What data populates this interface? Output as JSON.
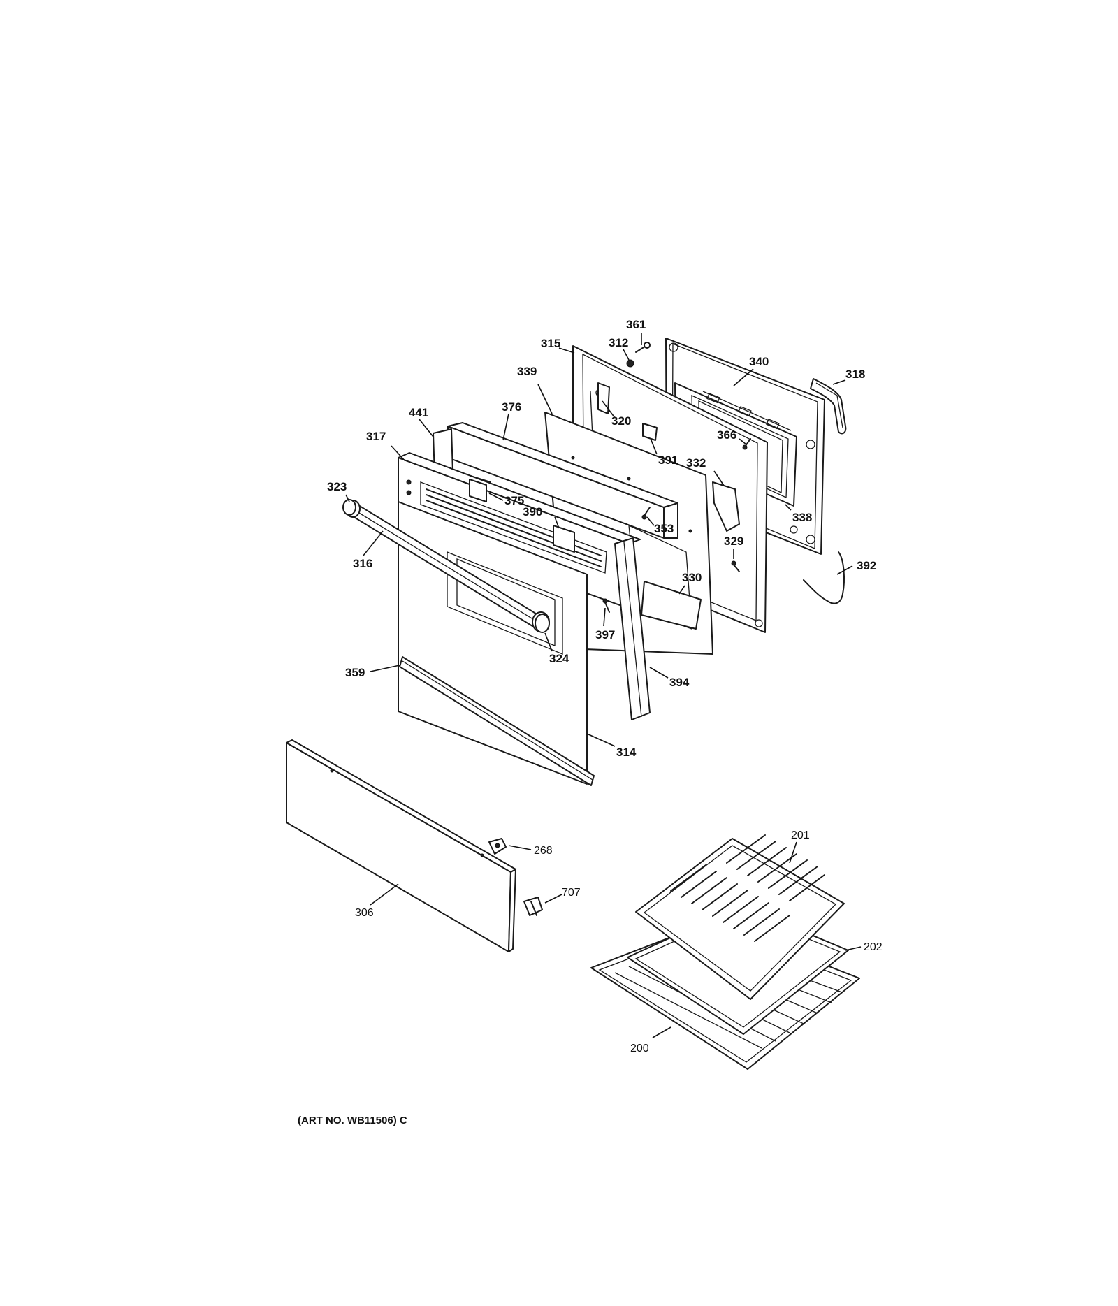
{
  "diagram": {
    "art_number": "(ART NO. WB11506) C",
    "callouts": {
      "c361": "361",
      "c312": "312",
      "c315": "315",
      "c340": "340",
      "c318": "318",
      "c339": "339",
      "c320": "320",
      "c441": "441",
      "c376": "376",
      "c366": "366",
      "c317": "317",
      "c391": "391",
      "c332": "332",
      "c323": "323",
      "c375": "375",
      "c338": "338",
      "c390": "390",
      "c353": "353",
      "c329": "329",
      "c316": "316",
      "c392": "392",
      "c330": "330",
      "c397": "397",
      "c324": "324",
      "c359": "359",
      "c394": "394",
      "c314": "314",
      "c268": "268",
      "c201": "201",
      "c707": "707",
      "c306": "306",
      "c202": "202",
      "c200": "200"
    }
  }
}
